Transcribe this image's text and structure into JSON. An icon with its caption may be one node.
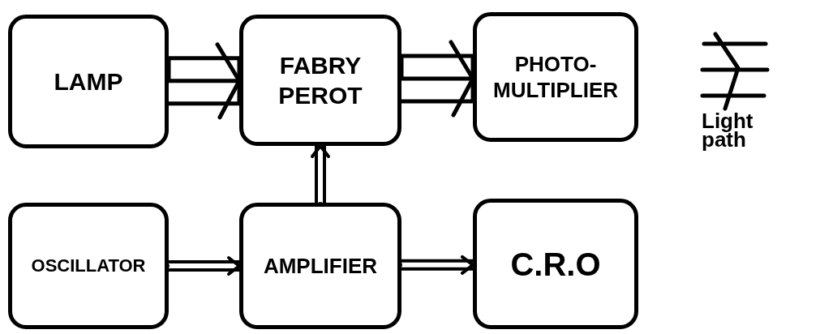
{
  "diagram": {
    "nodes": [
      {
        "text": [
          "LAMP"
        ]
      },
      {
        "text": [
          "FABRY PEROT"
        ]
      },
      {
        "text": [
          "PHOTO- MULTIPLIER"
        ]
      },
      {
        "text": [
          "OSCILLATOR"
        ]
      },
      {
        "text": [
          "AMPLIFIER"
        ]
      },
      {
        "text": [
          "C.R.O"
        ]
      }
    ],
    "edges": [
      {
        "from": 0,
        "to": 1,
        "arrow": "to"
      },
      {
        "from": 1,
        "to": 2,
        "arrow": "to"
      },
      {
        "from": 3,
        "to": 4,
        "arrow": "to"
      },
      {
        "from": 4,
        "to": 1,
        "arrow": "to"
      },
      {
        "from": 4,
        "to": 5,
        "arrow": "to"
      }
    ],
    "legend": [
      {
        "text": "Light path"
      }
    ]
  }
}
